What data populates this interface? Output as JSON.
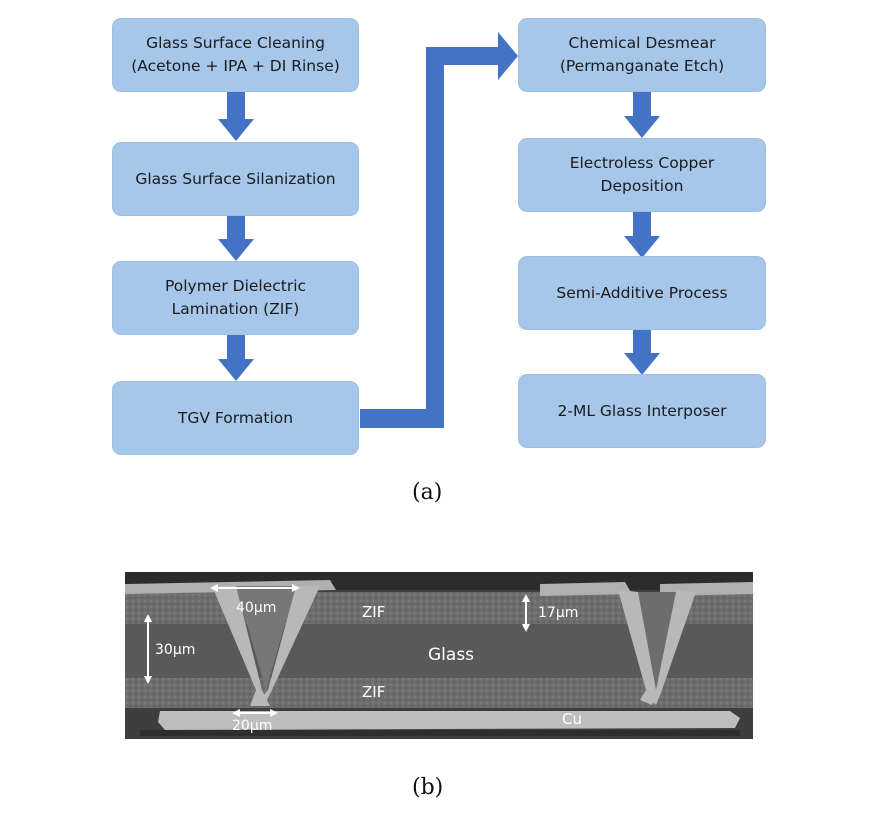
{
  "diagram": {
    "left_column": [
      {
        "lines": [
          "Glass Surface Cleaning",
          "(Acetone + IPA + DI Rinse)"
        ]
      },
      {
        "lines": [
          "Glass Surface Silanization"
        ]
      },
      {
        "lines": [
          "Polymer Dielectric",
          "Lamination (ZIF)"
        ]
      },
      {
        "lines": [
          "TGV Formation"
        ]
      }
    ],
    "right_column": [
      {
        "lines": [
          "Chemical Desmear",
          "(Permanganate Etch)"
        ]
      },
      {
        "lines": [
          "Electroless Copper",
          "Deposition"
        ]
      },
      {
        "lines": [
          "Semi-Additive Process"
        ]
      },
      {
        "lines": [
          "2-ML Glass Interposer"
        ]
      }
    ],
    "arrow_color": "#4472c4",
    "box_color": "#a7c7ea"
  },
  "captions": {
    "a": "(a)",
    "b": "(b)"
  },
  "sem_image": {
    "labels": {
      "top_via_width": "40μm",
      "bottom_via_width": "20μm",
      "glass_thickness": "30μm",
      "zif_thickness": "17μm",
      "zif_top": "ZIF",
      "zif_bottom": "ZIF",
      "glass": "Glass",
      "copper": "Cu"
    }
  }
}
